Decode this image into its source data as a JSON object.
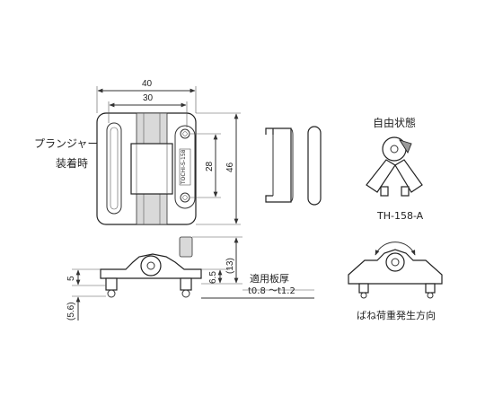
{
  "labels": {
    "plunger": "プランジャー",
    "mounted": "装着時",
    "free_state": "自由状態",
    "model": "TH-158-A",
    "spring_direction": "ばね荷重発生方向",
    "applicable_thickness": "適用板厚",
    "thickness_range": "t0.8 ～t1.2",
    "engraving": "TOCHI-S-158"
  },
  "dimensions": {
    "width_total": "40",
    "width_inner": "30",
    "height_total": "46",
    "hole_pitch": "28",
    "side_5": "5",
    "side_56": "(5.6)",
    "side_65": "6.5",
    "side_13": "(13)"
  }
}
